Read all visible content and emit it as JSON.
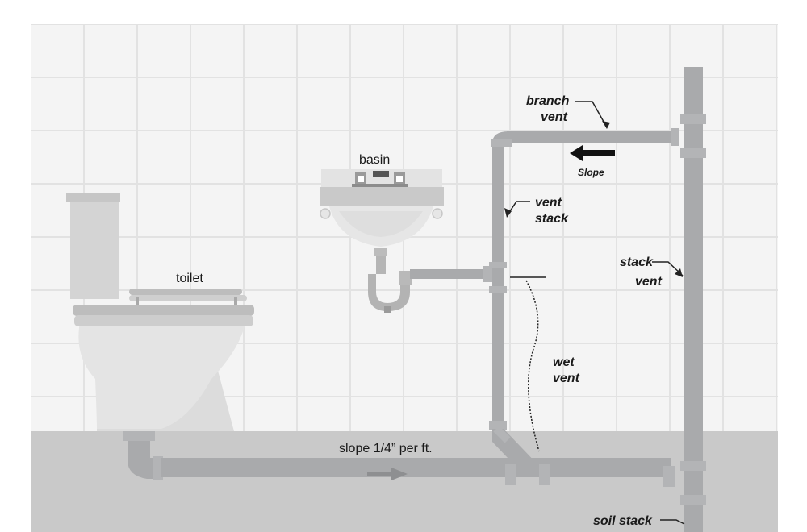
{
  "labels": {
    "basin": "basin",
    "toilet": "toilet",
    "branch_vent_line1": "branch",
    "branch_vent_line2": "vent",
    "slope_arrow": "Slope",
    "vent_stack_line1": "vent",
    "vent_stack_line2": "stack",
    "stack_vent_line1": "stack",
    "stack_vent_line2": "vent",
    "wet_vent_line1": "wet",
    "wet_vent_line2": "vent",
    "slope_rate": "slope 1/4” per ft.",
    "soil_stack": "soil stack"
  },
  "colors": {
    "wall_tile": "#f4f4f4",
    "grout": "#e2e2e2",
    "floor": "#c9c9c9",
    "pipe": "#a9aaac",
    "pipe_dark": "#8e8f91",
    "fixture_light": "#e6e6e6",
    "fixture_mid": "#cfcfcf",
    "fixture_dark": "#a7a7a7"
  }
}
